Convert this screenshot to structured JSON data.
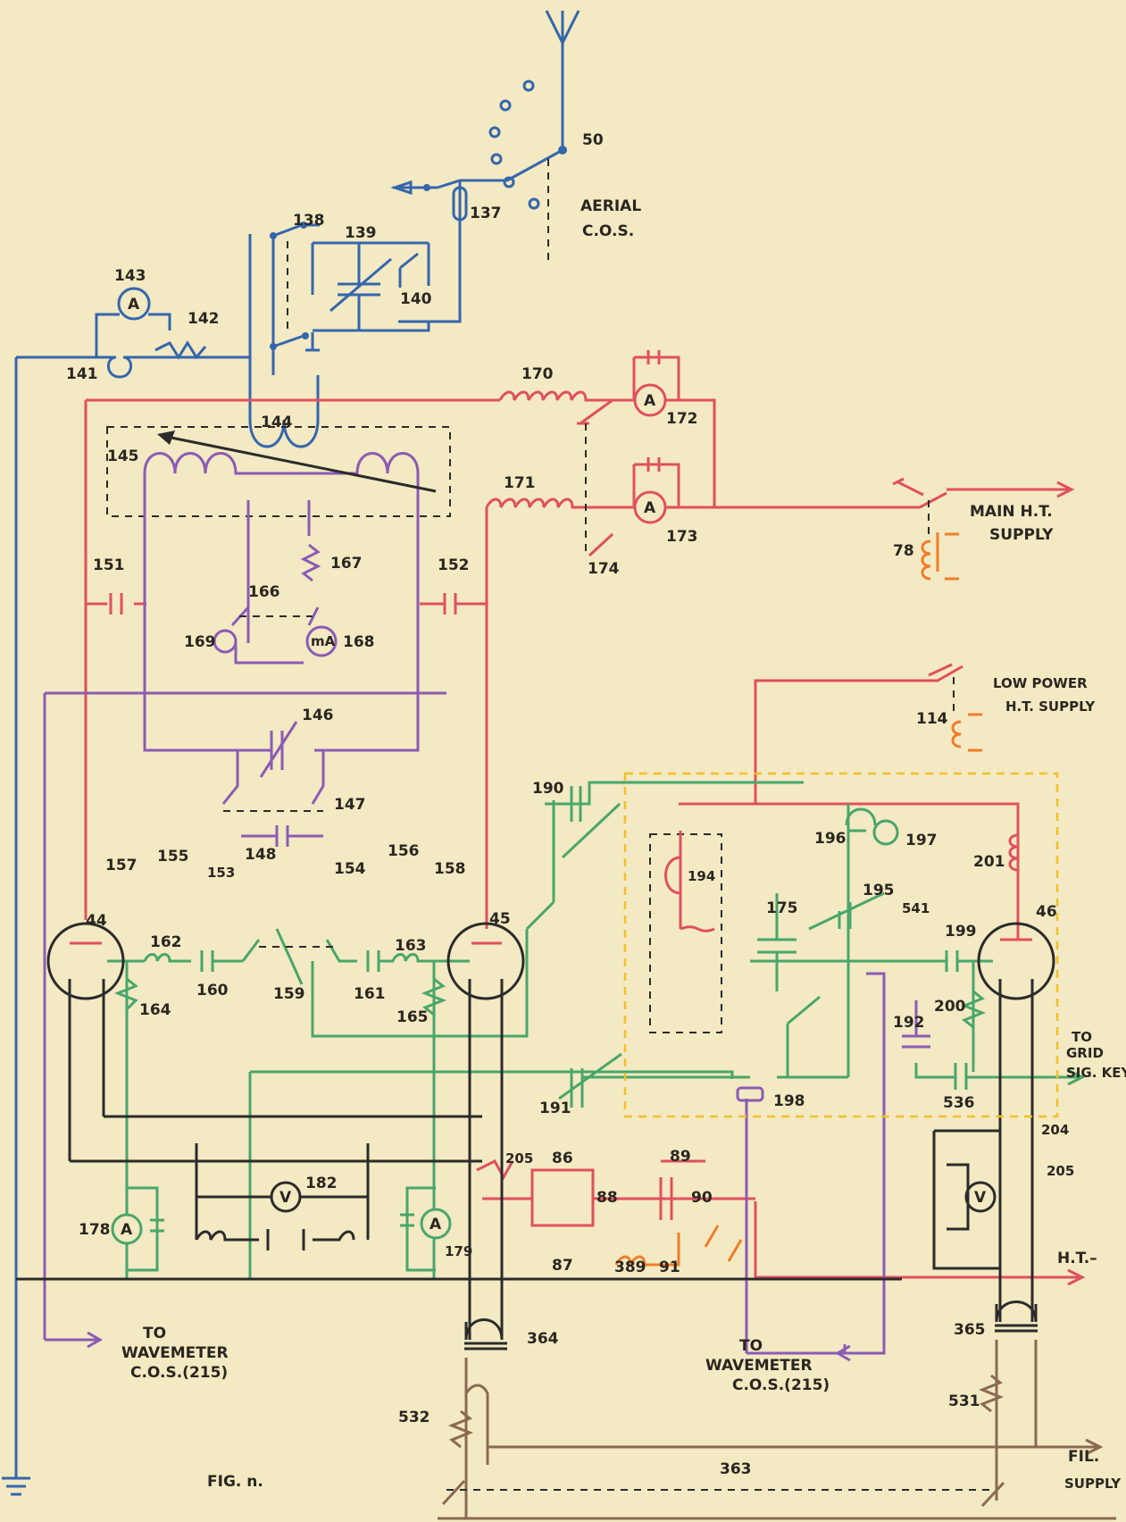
{
  "figure": {
    "caption": "FIG. n."
  },
  "labels": {
    "aerial_switch": "50",
    "aerial_cos": "AERIAL\nC.O.S.",
    "main_ht": "MAIN H.T.\nSUPPLY",
    "low_power_ht": "LOW POWER\nH.T. SUPPLY",
    "to_grid_key": "TO\nGRID\nSIG. KEY",
    "ht_minus": "H.T.–",
    "fil_supply": "FIL.\nSUPPLY",
    "to_wavemeter_left": "TO\nWAVEMETER\nC.O.S.(215)",
    "to_wavemeter_right": "TO\nWAVEMETER\nC.O.S.(215)",
    "meter_a": "A",
    "meter_v": "V",
    "meter_ma": "mA"
  },
  "components": {
    "c137": "137",
    "c138": "138",
    "c139": "139",
    "c140": "140",
    "c141": "141",
    "c142": "142",
    "c143": "143",
    "c144": "144",
    "c145": "145",
    "c146": "146",
    "c147": "147",
    "c148": "148",
    "c151": "151",
    "c152": "152",
    "c153": "153",
    "c154": "154",
    "c155": "155",
    "c156": "156",
    "c157": "157",
    "c158": "158",
    "c159": "159",
    "c160": "160",
    "c161": "161",
    "c162": "162",
    "c163": "163",
    "c164": "164",
    "c165": "165",
    "c166": "166",
    "c167": "167",
    "c168": "168",
    "c169": "169",
    "c170": "170",
    "c171": "171",
    "c172": "172",
    "c173": "173",
    "c174": "174",
    "c175": "175",
    "c178": "178",
    "c179": "179",
    "c182": "182",
    "c190": "190",
    "c191": "191",
    "c192": "192",
    "c194": "194",
    "c195": "195",
    "c196": "196",
    "c197": "197",
    "c198": "198",
    "c199": "199",
    "c200": "200",
    "c201": "201",
    "c204": "204",
    "c205a": "205",
    "c205b": "205",
    "c363": "363",
    "c364": "364",
    "c365": "365",
    "c389": "389",
    "c531": "531",
    "c532": "532",
    "c536": "536",
    "c541": "541",
    "c44": "44",
    "c45": "45",
    "c46": "46",
    "c78": "78",
    "c86": "86",
    "c87": "87",
    "c88": "88",
    "c89": "89",
    "c90": "90",
    "c91": "91",
    "c114": "114"
  },
  "colors": {
    "paper": "#f3e9c2",
    "aerial_circuit": "#3566ad",
    "ht_circuit": "#e0505e",
    "tuning_circuit": "#8b5bb5",
    "grid_circuit": "#49a66a",
    "filament_circuit": "#2b2b2b",
    "relay_circuit": "#f07d2a",
    "supply_circuit": "#8a6a52",
    "crystal_box": "#f2c02c"
  }
}
